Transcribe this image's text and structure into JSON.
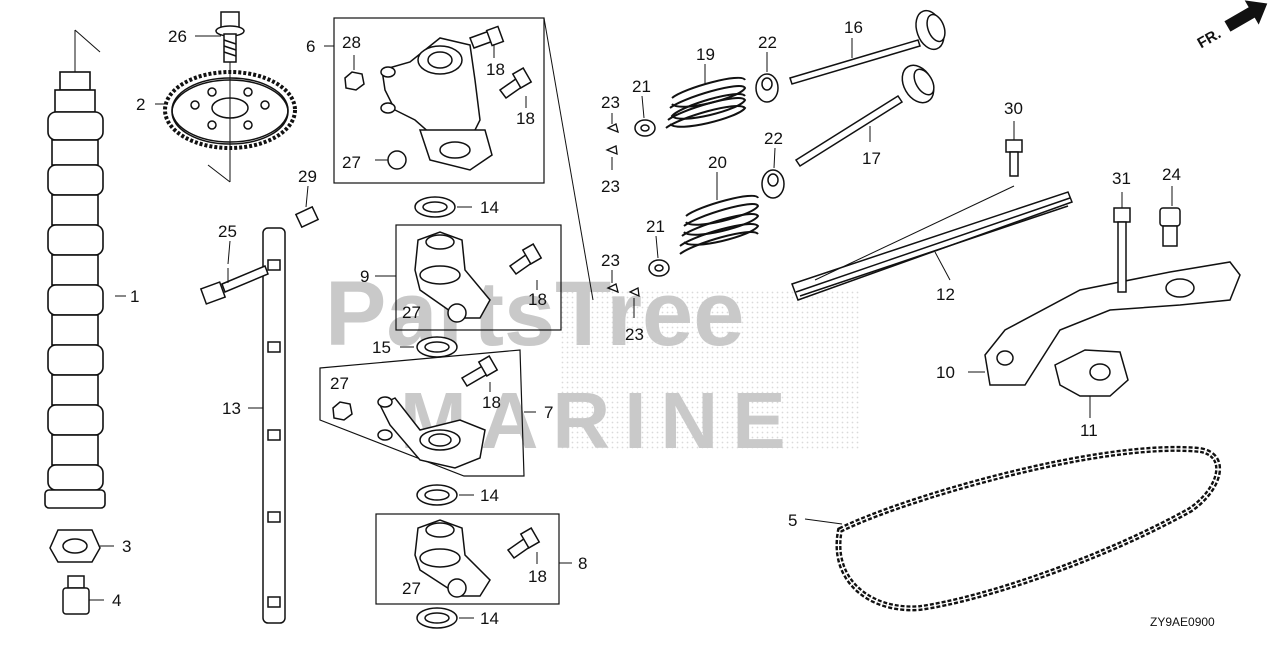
{
  "watermark": {
    "line1": "PartsTree",
    "line2": "MARINE"
  },
  "orientation": {
    "label": "FR."
  },
  "diagram_code": "ZY9AE0900",
  "callouts": [
    {
      "id": "1",
      "part": "camshaft"
    },
    {
      "id": "2",
      "part": "cam-gear"
    },
    {
      "id": "3",
      "part": "lock-washer"
    },
    {
      "id": "4",
      "part": "cam-bushing"
    },
    {
      "id": "5",
      "part": "timing-chain"
    },
    {
      "id": "6",
      "part": "rocker-arm-assembly"
    },
    {
      "id": "7",
      "part": "rocker-arm-assembly"
    },
    {
      "id": "8",
      "part": "rocker-arm-assembly"
    },
    {
      "id": "9",
      "part": "rocker-arm-assembly"
    },
    {
      "id": "10",
      "part": "tensioner-arm"
    },
    {
      "id": "11",
      "part": "tensioner-lifter"
    },
    {
      "id": "12",
      "part": "chain-guide"
    },
    {
      "id": "13",
      "part": "rocker-shaft"
    },
    {
      "id": "14",
      "part": "washer"
    },
    {
      "id": "15",
      "part": "washer"
    },
    {
      "id": "16",
      "part": "intake-valve"
    },
    {
      "id": "17",
      "part": "exhaust-valve"
    },
    {
      "id": "18",
      "part": "adjusting-screw"
    },
    {
      "id": "19",
      "part": "valve-spring"
    },
    {
      "id": "20",
      "part": "valve-spring"
    },
    {
      "id": "21",
      "part": "spring-retainer"
    },
    {
      "id": "22",
      "part": "stem-seal"
    },
    {
      "id": "23",
      "part": "valve-cotter"
    },
    {
      "id": "24",
      "part": "collar-bolt"
    },
    {
      "id": "25",
      "part": "flange-bolt"
    },
    {
      "id": "26",
      "part": "flange-bolt"
    },
    {
      "id": "27",
      "part": "lock-nut"
    },
    {
      "id": "28",
      "part": "lock-nut"
    },
    {
      "id": "29",
      "part": "dowel-pin"
    },
    {
      "id": "30",
      "part": "flange-bolt"
    },
    {
      "id": "31",
      "part": "flange-bolt"
    }
  ]
}
